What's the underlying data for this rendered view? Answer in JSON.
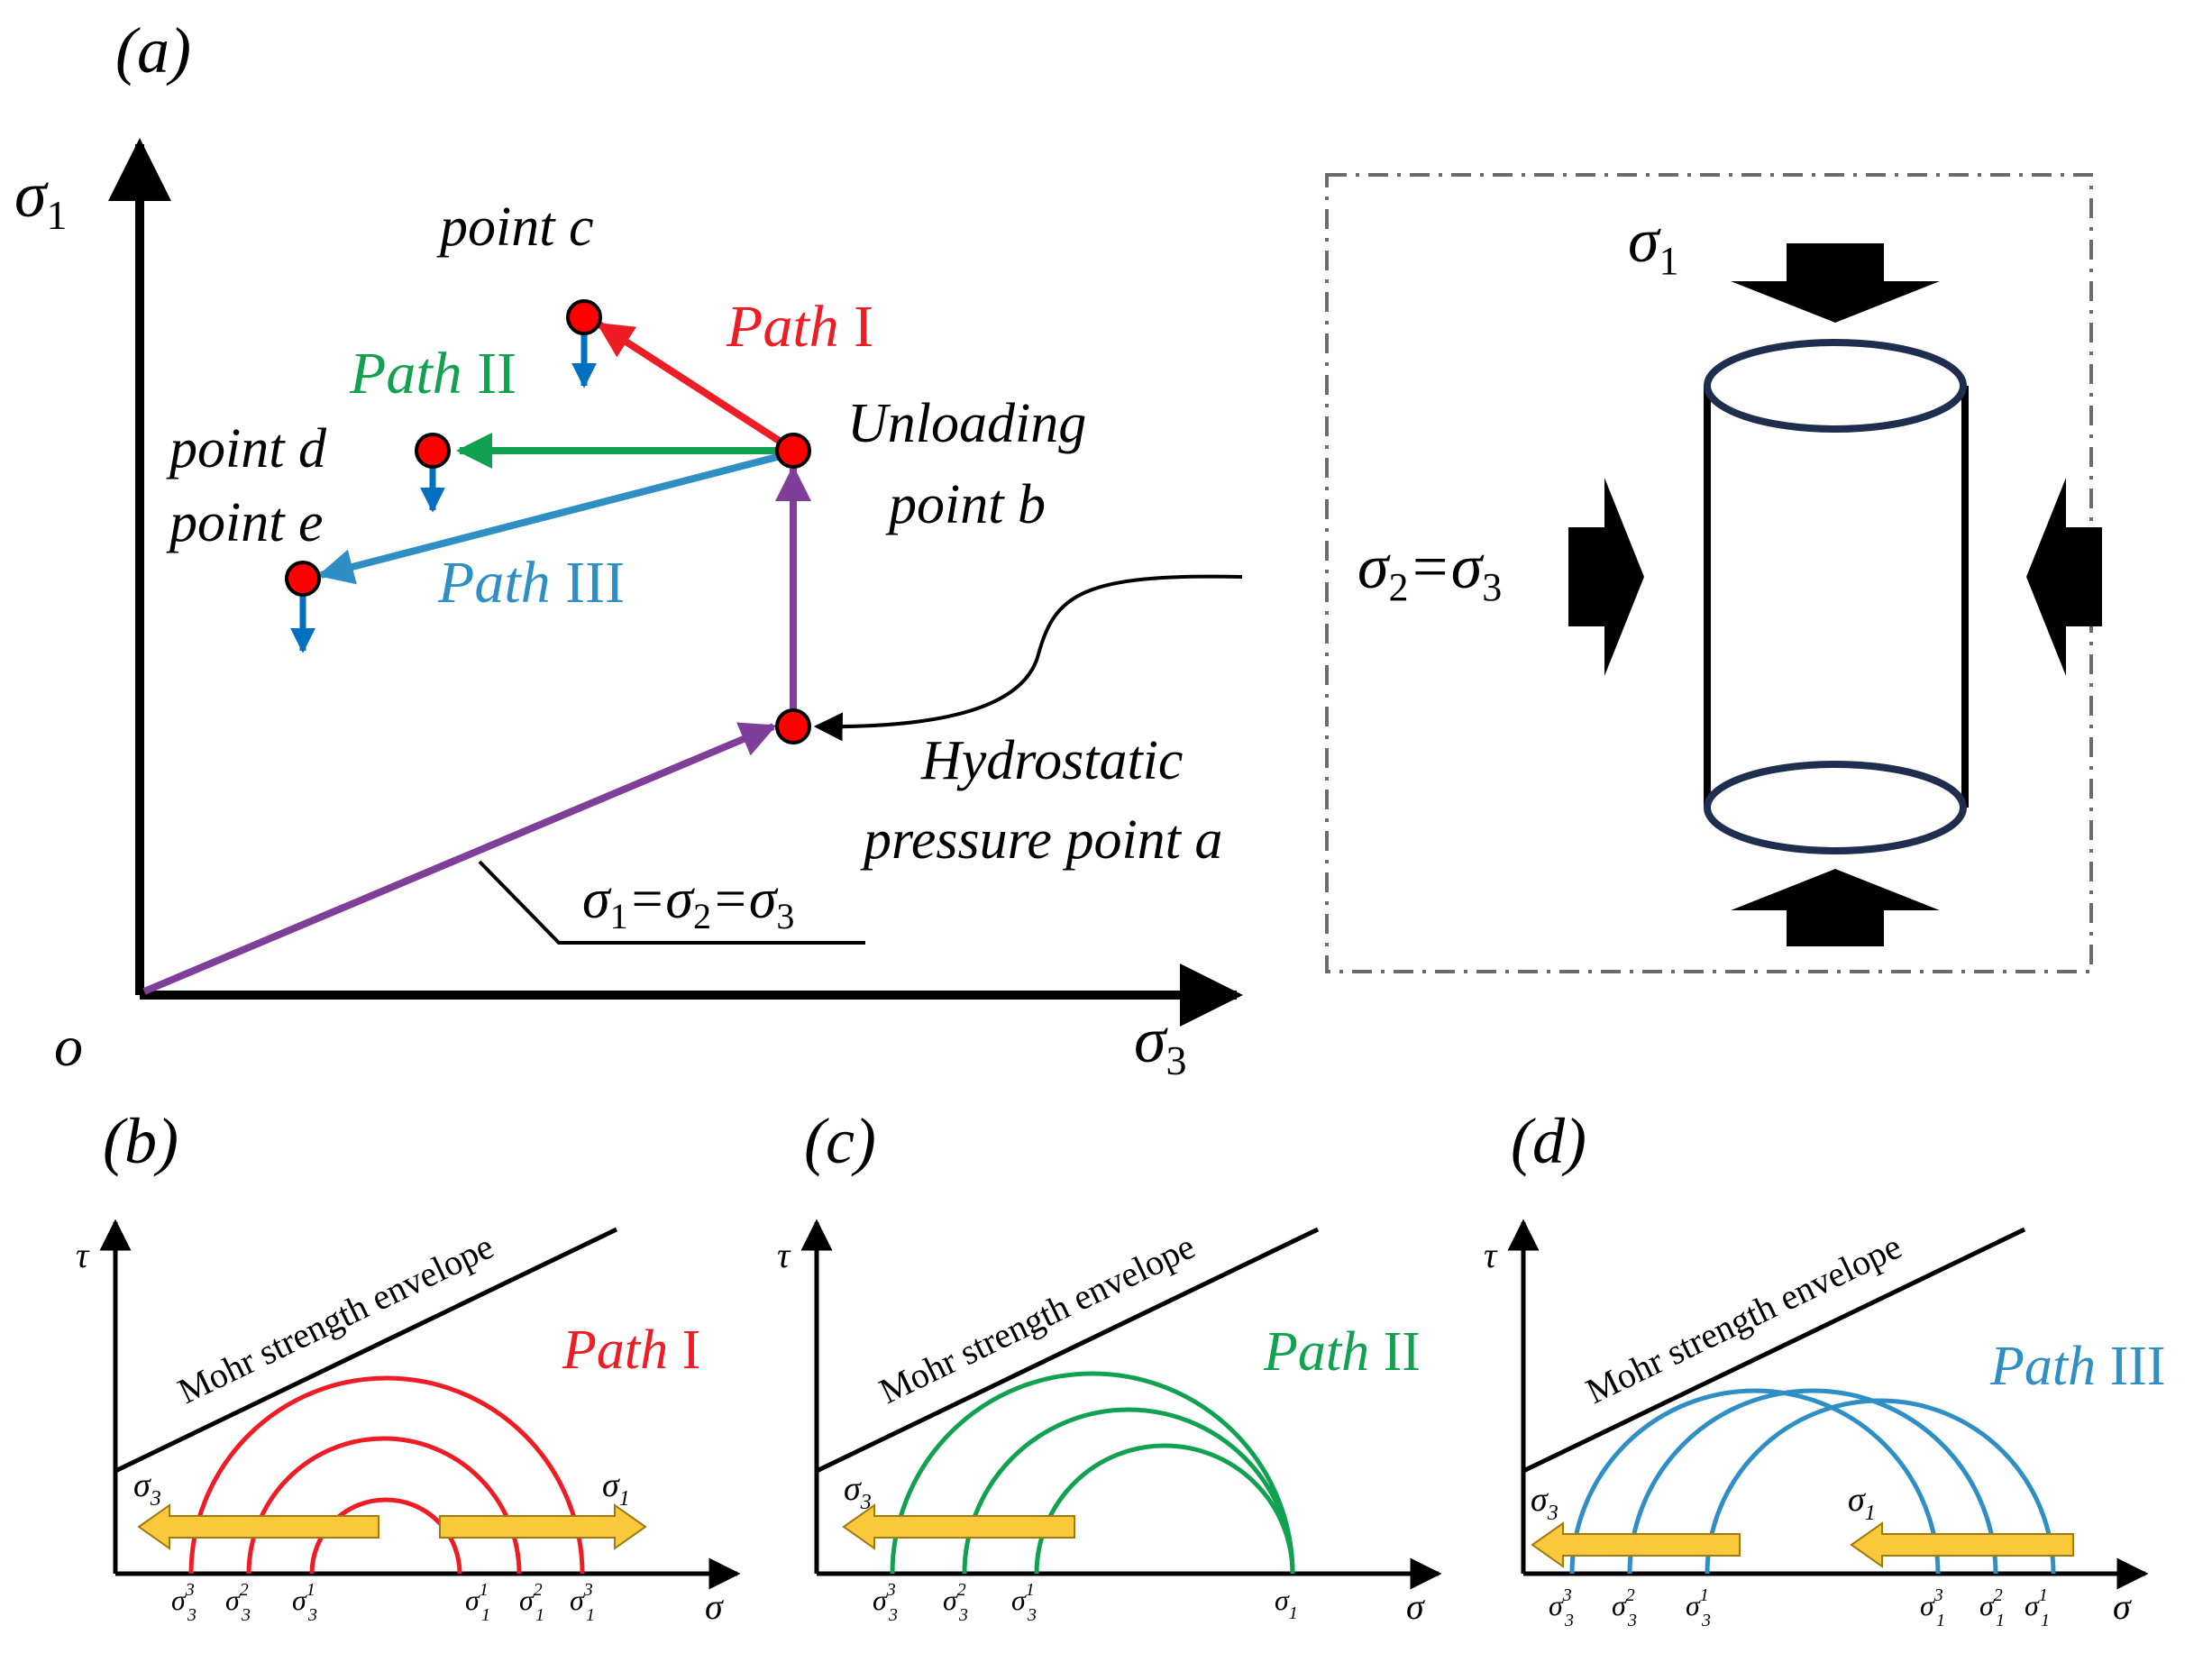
{
  "panel_a": {
    "label": "(a)",
    "axis_y_sym": "σ",
    "axis_y_sub": "1",
    "axis_x_sym": "σ",
    "axis_x_sub": "3",
    "origin": "o",
    "point_c": "point c",
    "point_d": "point d",
    "point_e": "point e",
    "unloading_1": "Unloading",
    "unloading_2": "point b",
    "hydro_1": "Hydrostatic",
    "hydro_2": "pressure point a",
    "path1_word": "Path",
    "path1_num": "I",
    "path2_word": "Path",
    "path2_num": "II",
    "path3_word": "Path",
    "path3_num": "III",
    "eq": {
      "s1": "σ",
      "sub1": "1",
      "eqa": "=σ",
      "sub2": "2",
      "eqb": "=σ",
      "sub3": "3"
    },
    "colors": {
      "path1": "#ee1c25",
      "path2": "#12a150",
      "path3": "#2f8fc4",
      "hydro": "#7f3f98",
      "point": "#ff0000",
      "drop": "#0070c0"
    }
  },
  "specimen": {
    "s1_sym": "σ",
    "s1_sub": "1",
    "side_s2": "σ",
    "side_sub2": "2",
    "side_eq": "=σ",
    "side_sub3": "3",
    "outline_color": "#1f2d4e"
  },
  "mohr_panels": [
    {
      "label": "(b)",
      "tau": "τ",
      "sigma": "σ",
      "envelope": "Mohr strength envelope",
      "path_word": "Path",
      "path_num": "I",
      "color": "#ee1c25",
      "left_arrow_sym": "σ",
      "left_arrow_sub": "3",
      "right_arrow_sym": "σ",
      "right_arrow_sub": "1"
    },
    {
      "label": "(c)",
      "tau": "τ",
      "sigma": "σ",
      "envelope": "Mohr strength envelope",
      "path_word": "Path",
      "path_num": "II",
      "color": "#12a150",
      "left_arrow_sym": "σ",
      "left_arrow_sub": "3",
      "sigma1_tick": "σ",
      "sigma1_tick_sub": "1"
    },
    {
      "label": "(d)",
      "tau": "τ",
      "sigma": "σ",
      "envelope": "Mohr strength envelope",
      "path_word": "Path",
      "path_num": "III",
      "color": "#2f8fc4",
      "left_arrow_sym": "σ",
      "left_arrow_sub": "3",
      "right_arrow_sym": "σ",
      "right_arrow_sub": "1"
    }
  ],
  "ticks": {
    "s": "σ",
    "sup1": "1",
    "sup2": "2",
    "sup3": "3",
    "sub1": "1",
    "sub3": "3"
  },
  "arrow_fill": "#f9c93b"
}
